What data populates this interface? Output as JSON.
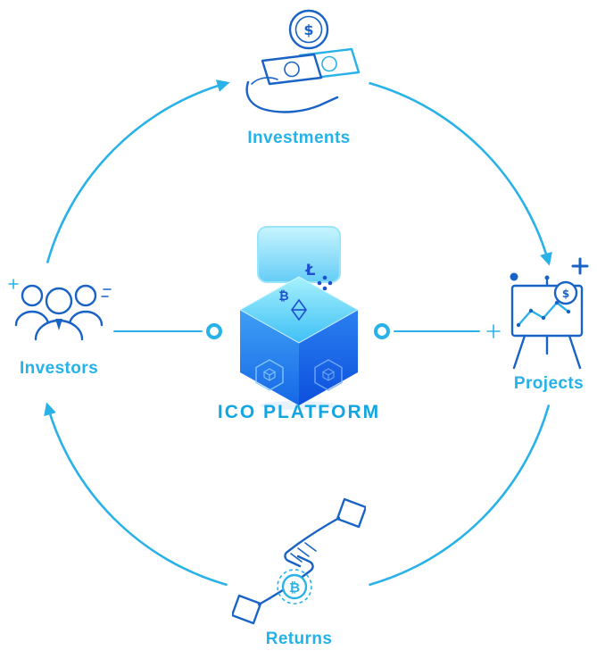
{
  "title": {
    "text": "ICO PLATFORM"
  },
  "nodes": {
    "investments": {
      "label": "Investments"
    },
    "projects": {
      "label": "Projects"
    },
    "returns": {
      "label": "Returns"
    },
    "investors": {
      "label": "Investors"
    }
  },
  "glyphs": {
    "dollar": "$",
    "bitcoin": "₿",
    "litecoin": "Ł"
  },
  "icons": {
    "investments": "hand-with-money-icon",
    "projects": "presentation-chart-icon",
    "returns": "handshake-bitcoin-icon",
    "investors": "people-group-icon",
    "center": "crypto-cube-icon"
  },
  "colors": {
    "accent_cyan": "#29b2e8",
    "icon_blue": "#1a63c6",
    "label_cyan": "#24b2ea",
    "title_cyan": "#12a6e0",
    "cube_top_light": "#a6f1fd",
    "cube_top_dark": "#3fc0f5",
    "cube_left_light": "#3f9ff5",
    "cube_left_dark": "#1668e6",
    "cube_right_light": "#2b80f0",
    "cube_right_dark": "#0c4fdd",
    "cube_symbol": "#1d4fd0"
  }
}
